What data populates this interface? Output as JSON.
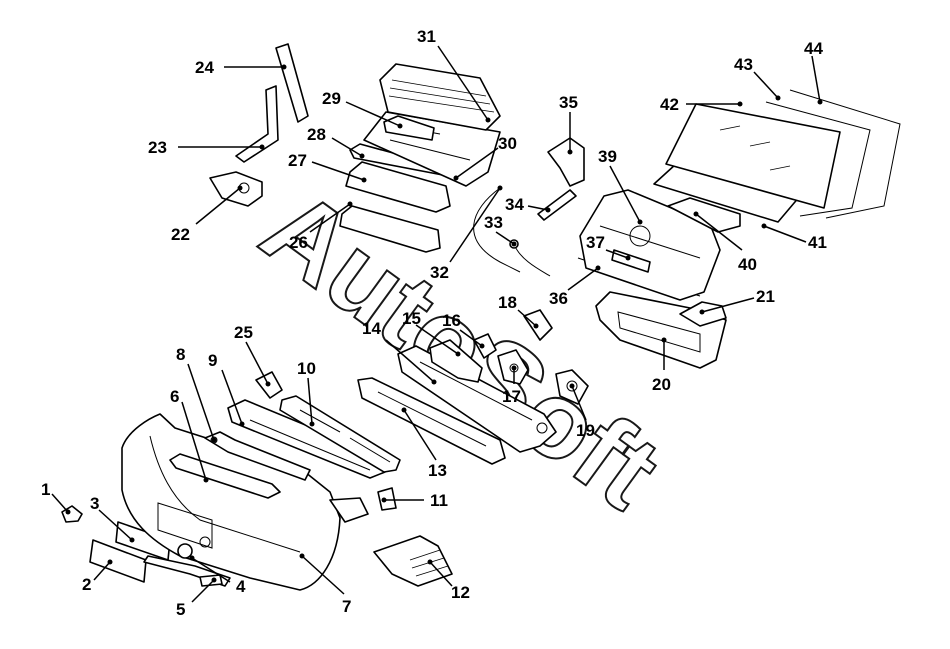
{
  "watermark": "AutoSoft",
  "callouts": [
    "1",
    "2",
    "3",
    "4",
    "5",
    "6",
    "7",
    "8",
    "9",
    "10",
    "11",
    "12",
    "13",
    "14",
    "15",
    "16",
    "17",
    "18",
    "19",
    "20",
    "21",
    "22",
    "23",
    "24",
    "25",
    "26",
    "27",
    "28",
    "29",
    "30",
    "31",
    "32",
    "33",
    "34",
    "35",
    "36",
    "37",
    "39",
    "40",
    "41",
    "42",
    "43",
    "44"
  ]
}
